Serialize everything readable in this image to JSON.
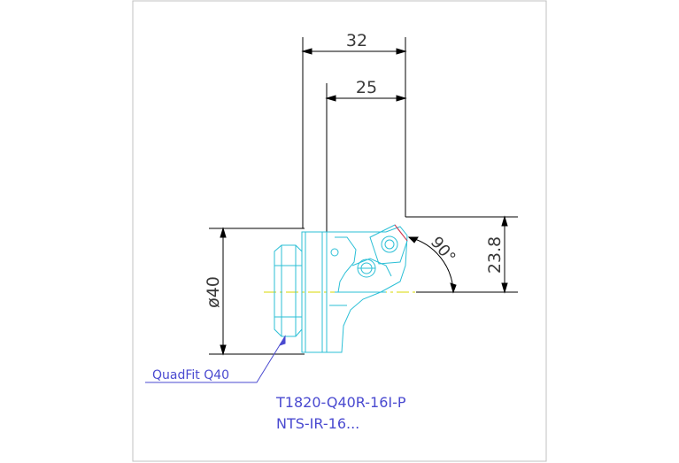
{
  "drawing": {
    "dimensions": {
      "width_overall": "32",
      "width_insert": "25",
      "diameter": "ø40",
      "height": "23.8",
      "angle": "90°"
    },
    "callout_label": "QuadFit Q40",
    "part_number": "T1820-Q40R-16I-P",
    "insert_code": "NTS-IR-16..."
  },
  "colors": {
    "background": "#ffffff",
    "frame": "#c0c0c0",
    "dimension": "#000000",
    "part_outline": "#2bbfd6",
    "insert_outline": "#e0334a",
    "callout": "#4a4ad0",
    "centerline": "#d8d800"
  }
}
